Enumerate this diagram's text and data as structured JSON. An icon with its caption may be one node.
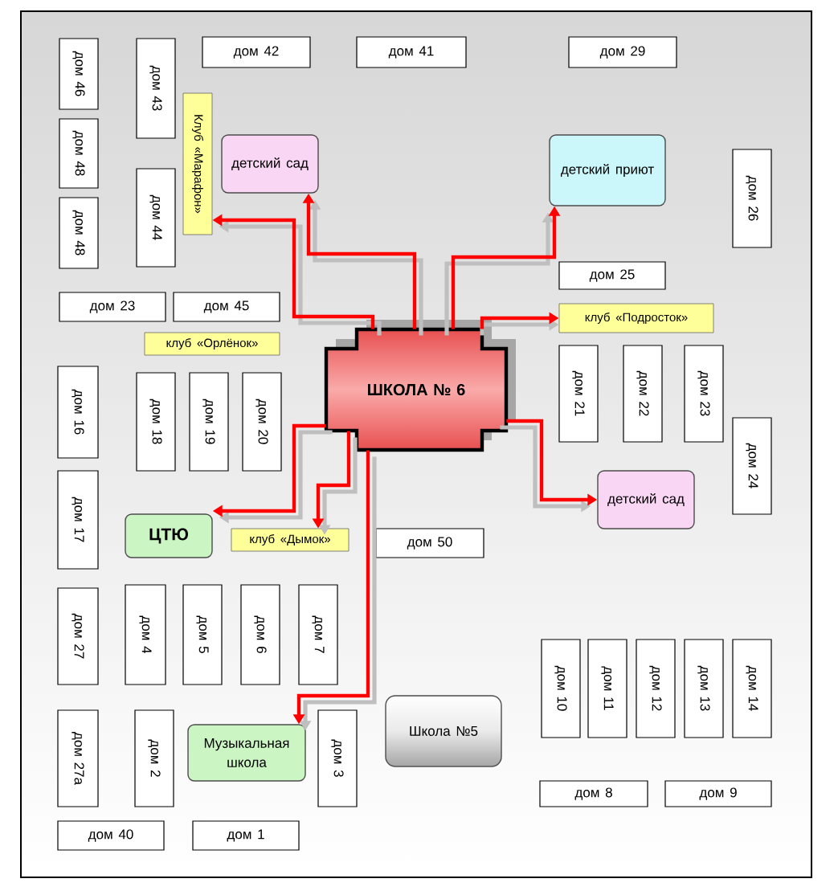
{
  "diagram": {
    "nodes": [
      {
        "text": [
          "дом 46"
        ]
      },
      {
        "text": [
          "дом 43"
        ]
      },
      {
        "text": [
          "дом 42"
        ]
      },
      {
        "text": [
          "дом 41"
        ]
      },
      {
        "text": [
          "дом 29"
        ]
      },
      {
        "text": [
          "Клуб «Марафон»"
        ]
      },
      {
        "text": [
          "дом 48"
        ]
      },
      {
        "text": [
          "детский сад"
        ]
      },
      {
        "text": [
          "детский приют"
        ]
      },
      {
        "text": [
          "дом 26"
        ]
      },
      {
        "text": [
          "дом 48"
        ]
      },
      {
        "text": [
          "дом 44"
        ]
      },
      {
        "text": [
          "дом 25"
        ]
      },
      {
        "text": [
          "дом 23"
        ]
      },
      {
        "text": [
          "дом 45"
        ]
      },
      {
        "text": [
          "клуб «Подросток»"
        ]
      },
      {
        "text": [
          "ШКОЛА № 6"
        ]
      },
      {
        "text": [
          "клуб «Орлёнок»"
        ]
      },
      {
        "text": [
          "дом 21"
        ]
      },
      {
        "text": [
          "дом 22"
        ]
      },
      {
        "text": [
          "дом 23"
        ]
      },
      {
        "text": [
          "дом 16"
        ]
      },
      {
        "text": [
          "дом 18"
        ]
      },
      {
        "text": [
          "дом 19"
        ]
      },
      {
        "text": [
          "дом 20"
        ]
      },
      {
        "text": [
          "дом 24"
        ]
      },
      {
        "text": [
          "детский сад"
        ]
      },
      {
        "text": [
          "дом 17"
        ]
      },
      {
        "text": [
          "ЦТЮ"
        ]
      },
      {
        "text": [
          "клуб «Дымок»"
        ]
      },
      {
        "text": [
          "дом 50"
        ]
      },
      {
        "text": [
          "дом 27"
        ]
      },
      {
        "text": [
          "дом 4"
        ]
      },
      {
        "text": [
          "дом 5"
        ]
      },
      {
        "text": [
          "дом 6"
        ]
      },
      {
        "text": [
          "дом 7"
        ]
      },
      {
        "text": [
          "дом 10"
        ]
      },
      {
        "text": [
          "дом 11"
        ]
      },
      {
        "text": [
          "дом 12"
        ]
      },
      {
        "text": [
          "дом 13"
        ]
      },
      {
        "text": [
          "дом 14"
        ]
      },
      {
        "text": [
          "Школа №5"
        ]
      },
      {
        "text": [
          "дом 27а"
        ]
      },
      {
        "text": [
          "дом 2"
        ]
      },
      {
        "text": [
          "Музыкальная школа"
        ]
      },
      {
        "text": [
          "дом 3"
        ]
      },
      {
        "text": [
          "дом 8"
        ]
      },
      {
        "text": [
          "дом 9"
        ]
      },
      {
        "text": [
          "дом 40"
        ]
      },
      {
        "text": [
          "дом 1"
        ]
      }
    ],
    "edges": [
      {
        "from": 16,
        "to": 7,
        "arrow": "to"
      },
      {
        "from": 16,
        "to": 5,
        "arrow": "to"
      },
      {
        "from": 16,
        "to": 8,
        "arrow": "to"
      },
      {
        "from": 16,
        "to": 15,
        "arrow": "to"
      },
      {
        "from": 16,
        "to": 26,
        "arrow": "to"
      },
      {
        "from": 16,
        "to": 28,
        "arrow": "to"
      },
      {
        "from": 16,
        "to": 29,
        "arrow": "to"
      },
      {
        "from": 16,
        "to": 44,
        "arrow": "to"
      }
    ]
  }
}
